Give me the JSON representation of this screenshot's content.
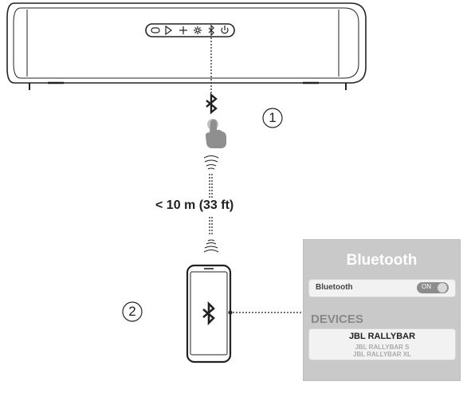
{
  "distance_label": "< 10 m (33 ft)",
  "steps": [
    "1",
    "2"
  ],
  "speaker": {
    "button_icons": [
      "minus-icon",
      "play-icon",
      "plus-icon",
      "light-icon",
      "bluetooth-icon",
      "power-icon"
    ]
  },
  "bluetooth_panel": {
    "title": "Bluetooth",
    "toggle_label": "Bluetooth",
    "toggle_state": "ON",
    "devices_heading": "DEVICES",
    "devices": [
      "JBL RALLYBAR",
      "JBL RALLYBAR S",
      "JBL RALLYBAR XL"
    ]
  },
  "colors": {
    "line": "#222222",
    "panel_bg": "#c9c9c9",
    "accent_dot": "#c0c0c0"
  }
}
